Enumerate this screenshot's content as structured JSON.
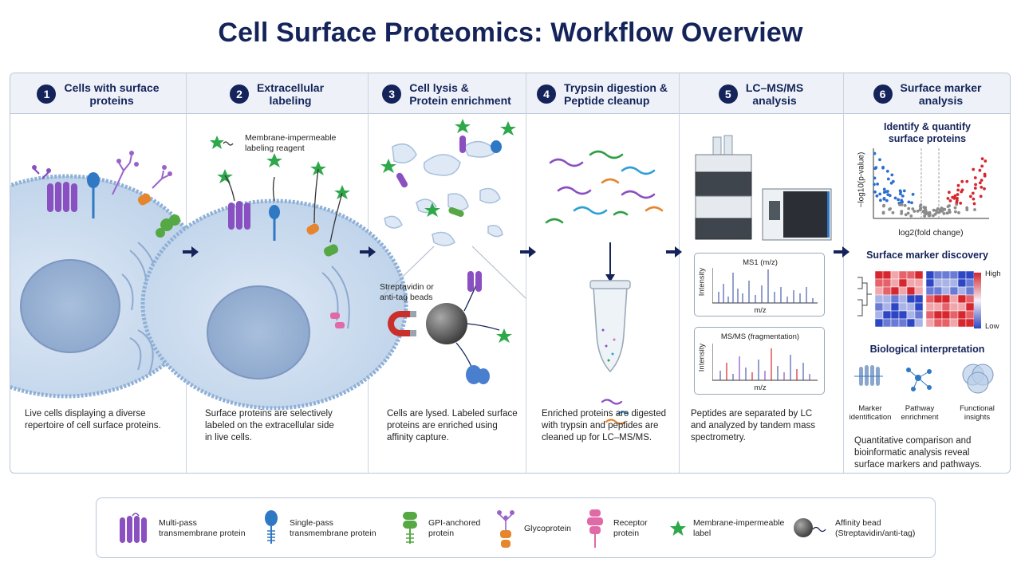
{
  "title": "Cell Surface Proteomics: Workflow Overview",
  "steps": [
    {
      "num": "1",
      "line1": "Cells with surface",
      "line2": "proteins",
      "caption": [
        "Live cells displaying a diverse",
        "repertoire of cell surface proteins."
      ]
    },
    {
      "num": "2",
      "line1": "Extracellular",
      "line2": "labeling",
      "caption": [
        "Surface proteins are selectively",
        "labeled on the extracellular side",
        "in live cells."
      ]
    },
    {
      "num": "3",
      "line1": "Cell lysis &",
      "line2": "Protein enrichment",
      "caption": [
        "Cells are lysed. Labeled surface",
        "proteins are enriched using",
        "affinity capture."
      ]
    },
    {
      "num": "4",
      "line1": "Trypsin digestion &",
      "line2": "Peptide cleanup",
      "caption": [
        "Enriched proteins are digested",
        "with trypsin and peptides are",
        "cleaned up for LC–MS/MS."
      ]
    },
    {
      "num": "5",
      "line1": "LC–MS/MS",
      "line2": "analysis",
      "caption": [
        "Peptides are separated by LC",
        "and analyzed by tandem mass",
        "spectrometry."
      ]
    },
    {
      "num": "6",
      "line1": "Surface marker",
      "line2": "analysis",
      "caption": [
        "Quantitative comparison and",
        "bioinformatic analysis reveal",
        "surface markers and pathways."
      ]
    }
  ],
  "panel2": {
    "reagent_line1": "Membrane-impermeable",
    "reagent_line2": "labeling reagent"
  },
  "panel3": {
    "beads_line1": "Streptavidin or",
    "beads_line2": "anti-tag beads"
  },
  "panel5": {
    "ms1_title": "MS1 (m/z)",
    "ms1_ylabel": "Intensity",
    "ms1_xlabel": "m/z",
    "ms2_title": "MS/MS (fragmentation)",
    "ms2_ylabel": "Intensity",
    "ms2_xlabel": "m/z"
  },
  "panel6": {
    "identify_line1": "Identify & quantify",
    "identify_line2": "surface proteins",
    "volcano_ylabel": "−log10(p-value)",
    "volcano_xlabel": "log2(fold change)",
    "discovery": "Surface marker discovery",
    "heat_high": "High",
    "heat_low": "Low",
    "bio": "Biological interpretation",
    "icons": [
      {
        "line1": "Marker",
        "line2": "identification"
      },
      {
        "line1": "Pathway",
        "line2": "enrichment"
      },
      {
        "line1": "Functional",
        "line2": "insights"
      }
    ]
  },
  "legend": [
    {
      "line1": "Multi-pass",
      "line2": "transmembrane protein"
    },
    {
      "line1": "Single-pass",
      "line2": "transmembrane protein"
    },
    {
      "line1": "GPI-anchored",
      "line2": "protein"
    },
    {
      "line1": "Glycoprotein",
      "line2": ""
    },
    {
      "line1": "Receptor",
      "line2": "protein"
    },
    {
      "line1": "Membrane-impermeable",
      "line2": "label"
    },
    {
      "line1": "Affinity bead",
      "line2": "(Streptavidin/anti-tag)"
    }
  ],
  "colors": {
    "navy": "#14245a",
    "multipass": "#8a4fc0",
    "singlepass": "#2e78c4",
    "gpi": "#55a844",
    "glyco": "#e5852e",
    "receptor": "#e06aa8",
    "label_star": "#2ea84a",
    "up": "#d6262e",
    "down": "#2d6fd1"
  }
}
